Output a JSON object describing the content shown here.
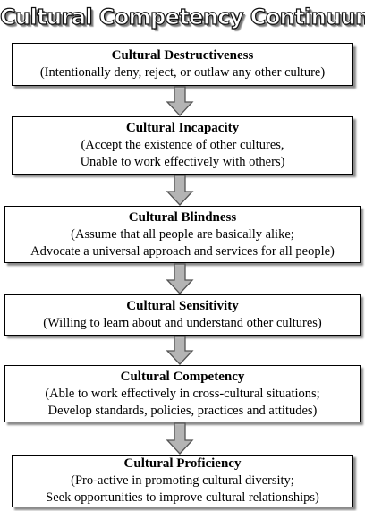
{
  "title": "Cultural Competency Continuum",
  "stages": [
    {
      "heading": "Cultural Destructiveness",
      "lines": [
        "(Intentionally deny, reject, or outlaw any other culture)"
      ]
    },
    {
      "heading": "Cultural Incapacity",
      "lines": [
        "(Accept the existence of other cultures,",
        "Unable to work effectively with others)"
      ]
    },
    {
      "heading": "Cultural Blindness",
      "lines": [
        "(Assume that all people are basically alike;",
        "Advocate a universal approach and services for all people)"
      ]
    },
    {
      "heading": "Cultural Sensitivity",
      "lines": [
        "(Willing to learn about and understand other cultures)"
      ]
    },
    {
      "heading": "Cultural Competency",
      "lines": [
        "(Able to work effectively in cross-cultural situations;",
        "Develop standards, policies, practices and attitudes)"
      ]
    },
    {
      "heading": "Cultural Proficiency",
      "lines": [
        "(Pro-active in promoting cultural diversity;",
        "Seek opportunities to improve cultural relationships)"
      ]
    }
  ],
  "colors": {
    "arrow_fill": "#b4b4b4",
    "arrow_stroke": "#555555",
    "box_border": "#000000"
  }
}
